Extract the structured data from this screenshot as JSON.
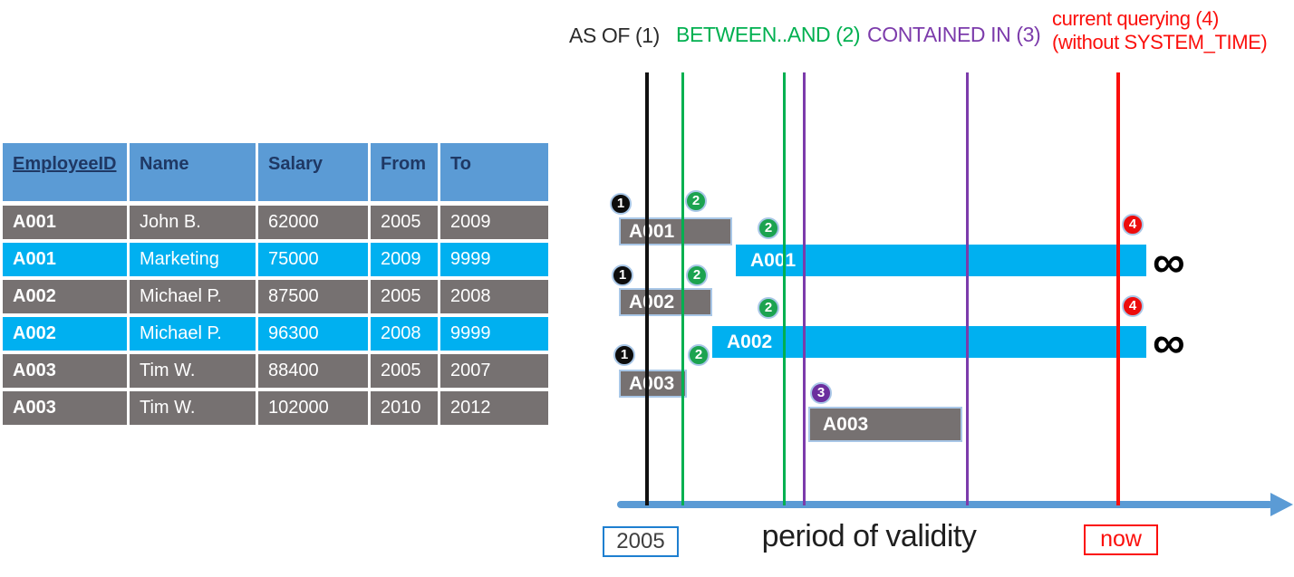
{
  "table": {
    "headers": [
      "EmployeeID",
      "Name",
      "Salary",
      "From",
      "To"
    ],
    "rows": [
      {
        "cells": [
          "A001",
          "John B.",
          "62000",
          "2005",
          "2009"
        ],
        "highlight": false
      },
      {
        "cells": [
          "A001",
          "Marketing",
          "75000",
          "2009",
          "9999"
        ],
        "highlight": true
      },
      {
        "cells": [
          "A002",
          "Michael P.",
          "87500",
          "2005",
          "2008"
        ],
        "highlight": false
      },
      {
        "cells": [
          "A002",
          "Michael P.",
          "96300",
          "2008",
          "9999"
        ],
        "highlight": true
      },
      {
        "cells": [
          "A003",
          "Tim W.",
          "88400",
          "2005",
          "2007"
        ],
        "highlight": false
      },
      {
        "cells": [
          "A003",
          "Tim W.",
          "102000",
          "2010",
          "2012"
        ],
        "highlight": false
      }
    ]
  },
  "legend": {
    "as_of": "AS OF (1)",
    "between_and": "BETWEEN..AND (2)",
    "contained_in": "CONTAINED IN (3)",
    "current_line1": "current querying (4)",
    "current_line2": "(without SYSTEM_TIME)"
  },
  "timeline": {
    "bars": [
      {
        "label": "A001",
        "style": "gray"
      },
      {
        "label": "A001",
        "style": "cyan"
      },
      {
        "label": "A002",
        "style": "gray"
      },
      {
        "label": "A002",
        "style": "cyan"
      },
      {
        "label": "A003",
        "style": "gray"
      },
      {
        "label": "A003",
        "style": "gray"
      }
    ],
    "badges": [
      {
        "label": "1",
        "variant": "black"
      },
      {
        "label": "2",
        "variant": "green"
      },
      {
        "label": "2",
        "variant": "green"
      },
      {
        "label": "1",
        "variant": "black"
      },
      {
        "label": "2",
        "variant": "green"
      },
      {
        "label": "2",
        "variant": "green"
      },
      {
        "label": "1",
        "variant": "black"
      },
      {
        "label": "2",
        "variant": "green"
      },
      {
        "label": "3",
        "variant": "purple"
      },
      {
        "label": "4",
        "variant": "red"
      },
      {
        "label": "4",
        "variant": "red"
      }
    ],
    "infinity_symbol": "∞",
    "axis_caption": "period of validity",
    "origin_label": "2005",
    "now_label": "now"
  },
  "colors": {
    "header_blue": "#5B9BD5",
    "header_text": "#1F3864",
    "row_gray": "#767171",
    "row_cyan": "#00B0F0",
    "green": "#00B050",
    "purple": "#7C3BAB",
    "red": "#FB0F0C",
    "black": "#111111",
    "axis_blue": "#5B9BD5",
    "origin_box_border": "#1E7FD0"
  }
}
